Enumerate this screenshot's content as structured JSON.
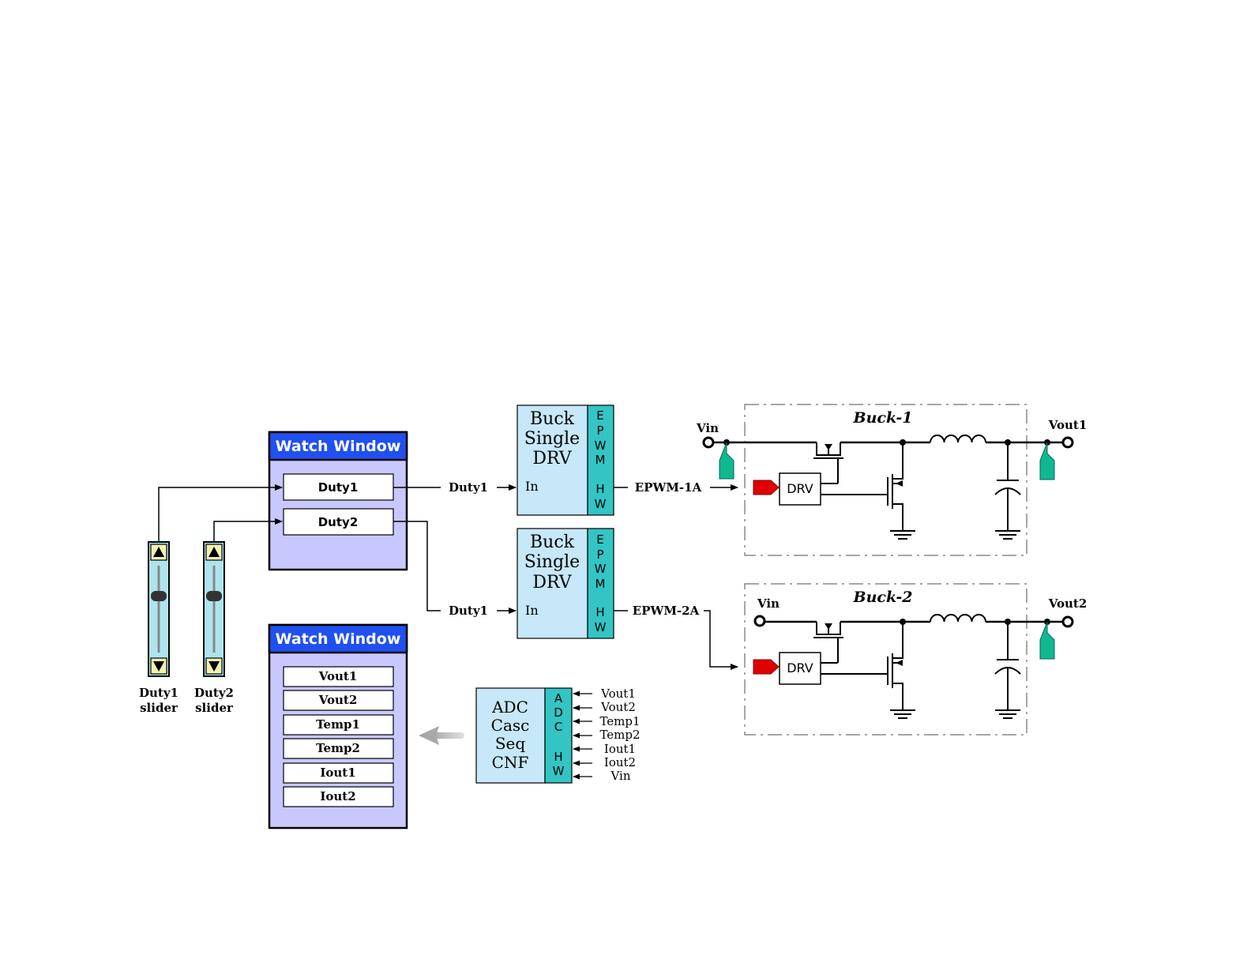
{
  "colors": {
    "watch_header": "#2050f0",
    "watch_body": "#c8c8ff",
    "module_body": "#c6e8f8",
    "module_strip": "#33c4c4",
    "slider_body": "#aee4ee",
    "slider_button": "#f4f0b4",
    "pwm_tag": "#e00000",
    "adc_tag": "#10b890",
    "arrow_gray": "#c0c0c0"
  },
  "watch_window_1": {
    "title": "Watch Window",
    "fields": [
      "Duty1",
      "Duty2"
    ]
  },
  "watch_window_2": {
    "title": "Watch Window",
    "fields": [
      "Vout1",
      "Vout2",
      "Temp1",
      "Temp2",
      "Iout1",
      "Iout2"
    ]
  },
  "sliders": [
    {
      "name": "Duty1",
      "suffix": "slider",
      "icons": [
        "up-arrow-icon",
        "down-arrow-icon"
      ]
    },
    {
      "name": "Duty2",
      "suffix": "slider",
      "icons": [
        "up-arrow-icon",
        "down-arrow-icon"
      ]
    }
  ],
  "drv_modules": [
    {
      "title_lines": [
        "Buck",
        "Single",
        "DRV"
      ],
      "input_label": "In",
      "strip_top": [
        "E",
        "P",
        "W",
        "M"
      ],
      "strip_bottom": [
        "H",
        "W"
      ],
      "signal_in": "Duty1",
      "signal_out": "EPWM-1A"
    },
    {
      "title_lines": [
        "Buck",
        "Single",
        "DRV"
      ],
      "input_label": "In",
      "strip_top": [
        "E",
        "P",
        "W",
        "M"
      ],
      "strip_bottom": [
        "H",
        "W"
      ],
      "signal_in": "Duty1",
      "signal_out": "EPWM-2A"
    }
  ],
  "adc_module": {
    "title_lines": [
      "ADC",
      "Casc",
      "Seq",
      "CNF"
    ],
    "strip_top": [
      "A",
      "D",
      "C"
    ],
    "strip_bottom": [
      "H",
      "W"
    ],
    "inputs": [
      "Vout1",
      "Vout2",
      "Temp1",
      "Temp2",
      "Iout1",
      "Iout2",
      "Vin"
    ]
  },
  "buck_stages": [
    {
      "title": "Buck-1",
      "vin_label": "Vin",
      "vout_label": "Vout1",
      "driver_label": "DRV"
    },
    {
      "title": "Buck-2",
      "vin_label": "Vin",
      "vout_label": "Vout2",
      "driver_label": "DRV"
    }
  ]
}
